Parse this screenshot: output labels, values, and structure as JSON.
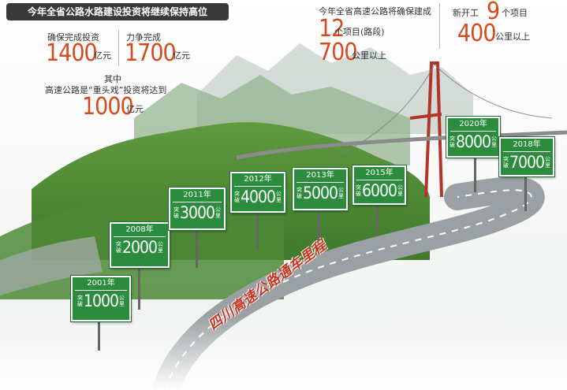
{
  "header": {
    "title": "今年全省公路水路建设投资将继续保持高位"
  },
  "investment": {
    "ensure_label": "确保完成投资",
    "ensure_value": "1400",
    "ensure_unit": "亿元",
    "strive_label": "力争完成",
    "strive_value": "1700",
    "strive_unit": "亿元",
    "sub_label": "其中",
    "highway_label": "高速公路是“重头戏”投资将达到",
    "highway_value": "1000",
    "highway_unit": "亿元"
  },
  "completion": {
    "label": "今年全省高速公路将确保建成",
    "projects_value": "12",
    "projects_unit": "个项目(路段)",
    "km_value": "700",
    "km_unit": "公里以上"
  },
  "new_start": {
    "label": "新开工",
    "projects_value": "9",
    "projects_unit": "个项目",
    "km_value": "400",
    "km_unit": "公里以上"
  },
  "road_title": "四川高速公路通车里程",
  "milestones": [
    {
      "year": "2001年",
      "prefix": "突破",
      "value": "1000",
      "unit": "公里"
    },
    {
      "year": "2008年",
      "prefix": "突破",
      "value": "2000",
      "unit": "公里"
    },
    {
      "year": "2011年",
      "prefix": "突破",
      "value": "3000",
      "unit": "公里"
    },
    {
      "year": "2012年",
      "prefix": "突破",
      "value": "4000",
      "unit": "公里"
    },
    {
      "year": "2013年",
      "prefix": "突破",
      "value": "5000",
      "unit": "公里"
    },
    {
      "year": "2015年",
      "prefix": "突破",
      "value": "6000",
      "unit": "公里"
    },
    {
      "year": "2020年",
      "prefix": "突破",
      "value": "8000",
      "unit": "公里"
    },
    {
      "year": "2018年",
      "prefix": "突破",
      "value": "7000",
      "unit": "公里"
    }
  ],
  "colors": {
    "accent": "#d84a1c",
    "sign_green": "#2c8c3e",
    "title_bg": "#3a3a3a",
    "road_title": "#c8321e"
  }
}
